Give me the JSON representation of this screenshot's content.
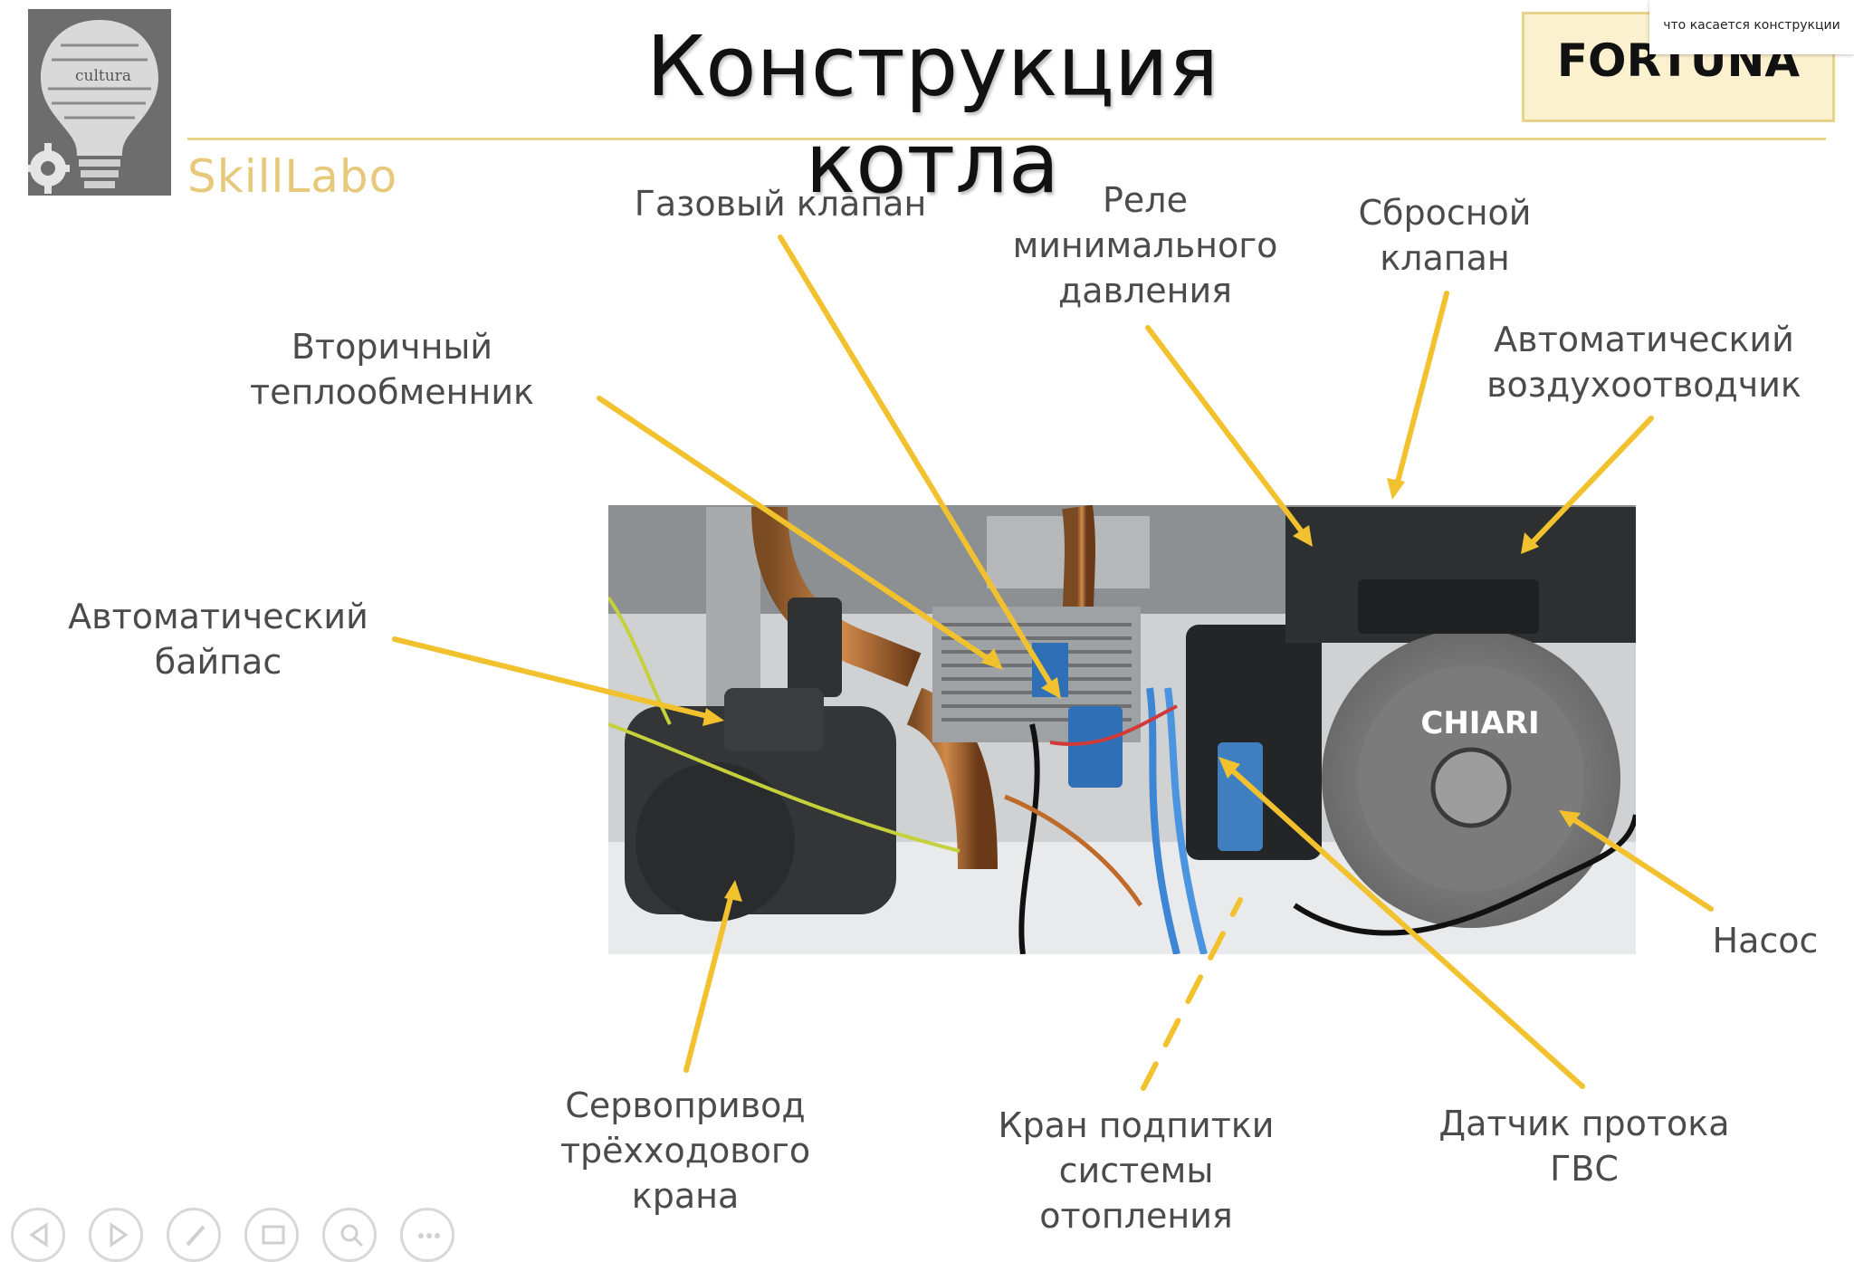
{
  "slide": {
    "title": "Конструкция котла",
    "brand_badge": "FORTUNA",
    "logo": {
      "brand_name": "SkillLabo",
      "word_cloud": "cultura"
    },
    "caption": "что касается конструкции"
  },
  "photo": {
    "pump_brand": "CHIARI"
  },
  "labels": {
    "gas_valve": [
      "Газовый клапан"
    ],
    "min_pressure_relay": [
      "Реле",
      "минимального",
      "давления"
    ],
    "relief_valve": [
      "Сбросной",
      "клапан"
    ],
    "air_vent": [
      "Автоматический",
      "воздухоотводчик"
    ],
    "secondary_hx": [
      "Вторичный",
      "теплообменник"
    ],
    "bypass": [
      "Автоматический",
      "байпас"
    ],
    "pump": [
      "Насос"
    ],
    "servo": [
      "Сервопривод",
      "трёхходового",
      "крана"
    ],
    "fill_tap": [
      "Кран подпитки",
      "системы",
      "отопления"
    ],
    "dhw_flow_sensor": [
      "Датчик протока",
      "ГВС"
    ]
  },
  "colors": {
    "accent_gold": "#f2c12e",
    "rule": "#e9d48a",
    "label_text": "#4b4b4b"
  },
  "toolbar": {
    "buttons": [
      "previous-icon",
      "next-icon",
      "pen-icon",
      "slides-icon",
      "zoom-icon",
      "more-icon"
    ]
  }
}
